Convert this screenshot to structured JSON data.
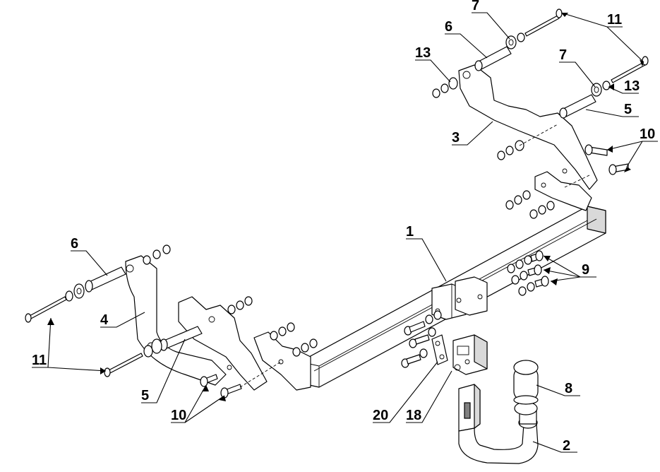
{
  "callouts": {
    "c1": "1",
    "c2": "2",
    "c3": "3",
    "c4": "4",
    "c5_left": "5",
    "c5_right": "5",
    "c6_left": "6",
    "c6_right": "6",
    "c7_top": "7",
    "c7_mid": "7",
    "c8": "8",
    "c9": "9",
    "c10_left": "10",
    "c10_right": "10",
    "c11_left": "11",
    "c11_right": "11",
    "c13_left": "13",
    "c13_right": "13",
    "c18": "18",
    "c20": "20"
  }
}
